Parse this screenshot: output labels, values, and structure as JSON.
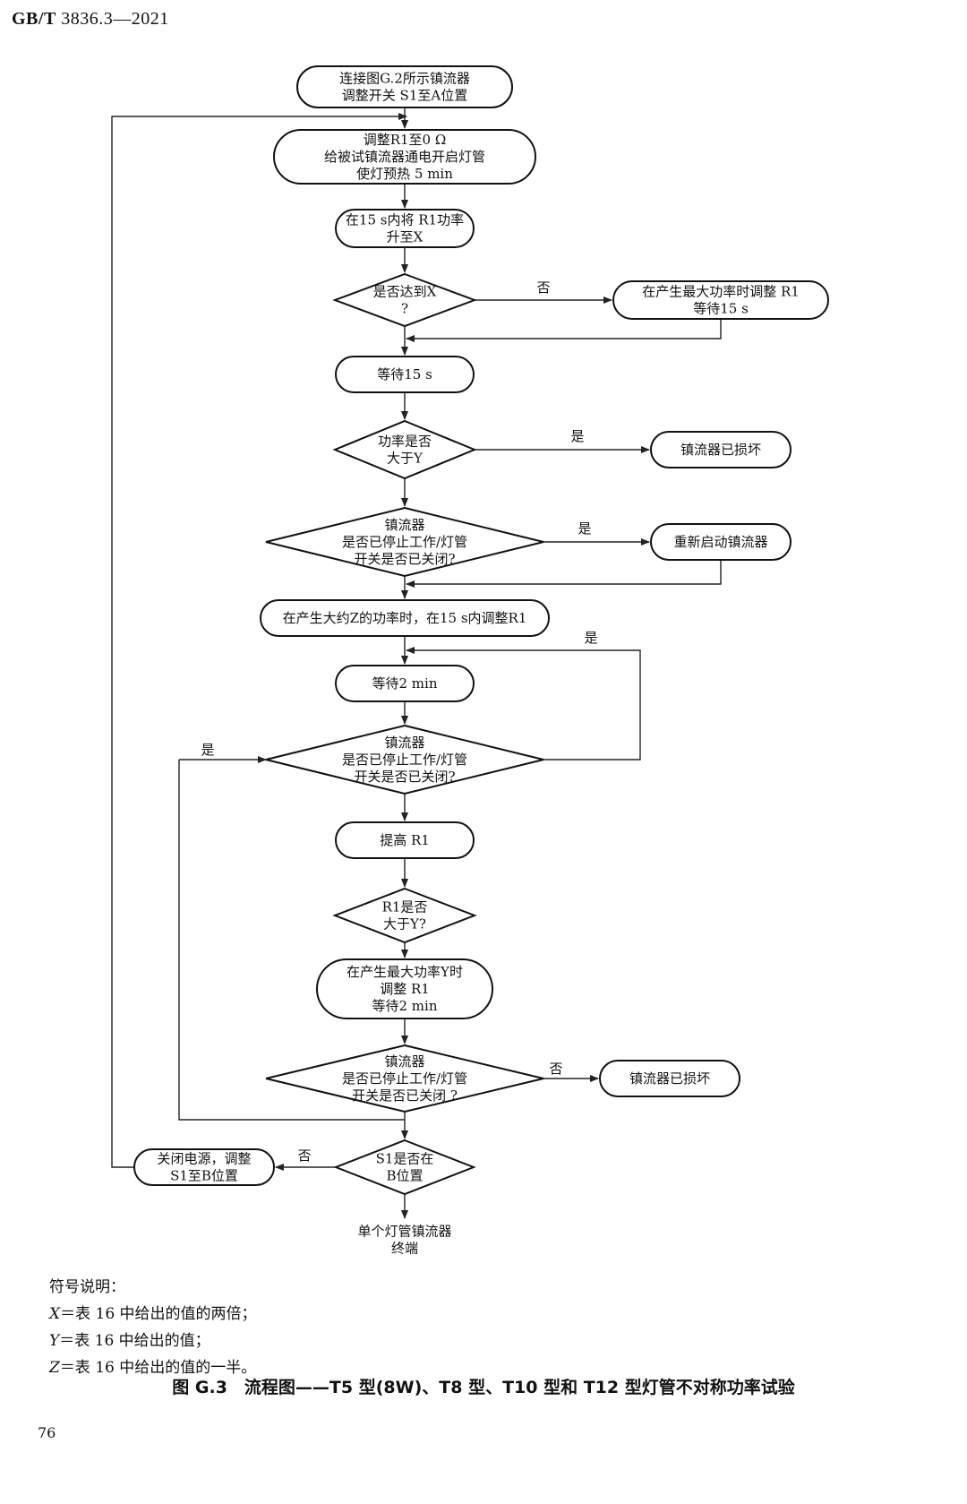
{
  "header": {
    "std": "GB/T",
    "num": "3836.3—2021"
  },
  "nodes": [
    {
      "id": "n1",
      "lines": [
        "连接图G.2所示镇流器",
        "调整开关 S1至A位置"
      ]
    },
    {
      "id": "n2",
      "lines": [
        "调整R1至0 Ω",
        "给被试镇流器通电开启灯管",
        "使灯预热 5  min"
      ]
    },
    {
      "id": "n3",
      "lines": [
        "在15 s内将 R1功率",
        "升至X"
      ]
    },
    {
      "id": "d1",
      "lines": [
        "是否达到X",
        "?"
      ]
    },
    {
      "id": "n4",
      "lines": [
        "在产生最大功率时调整 R1",
        "等待15 s"
      ]
    },
    {
      "id": "n5",
      "lines": [
        "等待15 s"
      ]
    },
    {
      "id": "d2",
      "lines": [
        "功率是否",
        "大于Y"
      ]
    },
    {
      "id": "n6",
      "lines": [
        "镇流器已损坏"
      ]
    },
    {
      "id": "d3",
      "lines": [
        "镇流器",
        "是否已停止工作/灯管",
        "开关是否已关闭?"
      ]
    },
    {
      "id": "n7",
      "lines": [
        "重新启动镇流器"
      ]
    },
    {
      "id": "n8",
      "lines": [
        "在产生大约Z的功率时，在15 s内调整R1"
      ]
    },
    {
      "id": "n9",
      "lines": [
        "等待2 min"
      ]
    },
    {
      "id": "d4",
      "lines": [
        "镇流器",
        "是否已停止工作/灯管",
        "开关是否已关闭?"
      ]
    },
    {
      "id": "n10",
      "lines": [
        "提高 R1"
      ]
    },
    {
      "id": "d5",
      "lines": [
        "R1是否",
        "大于Y?"
      ]
    },
    {
      "id": "n11",
      "lines": [
        "在产生最大功率Y时",
        "调整 R1",
        "等待2 min"
      ]
    },
    {
      "id": "d6",
      "lines": [
        "镇流器",
        "是否已停止工作/灯管",
        "开关是否已关闭 ?"
      ]
    },
    {
      "id": "n12",
      "lines": [
        "镇流器已损坏"
      ]
    },
    {
      "id": "d7",
      "lines": [
        "S1是否在",
        "B位置"
      ]
    },
    {
      "id": "n13",
      "lines": [
        "关闭电源，调整",
        "S1至B位置"
      ]
    },
    {
      "id": "end",
      "lines": [
        "单个灯管镇流器",
        "终端"
      ]
    }
  ],
  "edge_labels": {
    "d1_no": "否",
    "d2_yes": "是",
    "d3_yes": "是",
    "d4_loop_yes": "是",
    "d4_left_yes": "是",
    "d6_no": "否",
    "d7_no": "否"
  },
  "legend": {
    "title": "符号说明：",
    "items": [
      {
        "sym": "X",
        "text": "＝表 16 中给出的值的两倍；"
      },
      {
        "sym": "Y",
        "text": "＝表 16 中给出的值；"
      },
      {
        "sym": "Z",
        "text": "＝表 16 中给出的值的一半。"
      }
    ]
  },
  "caption": "图 G.3　流程图——T5 型(8W)、T8 型、T10 型和 T12 型灯管不对称功率试验",
  "page_number": "76"
}
